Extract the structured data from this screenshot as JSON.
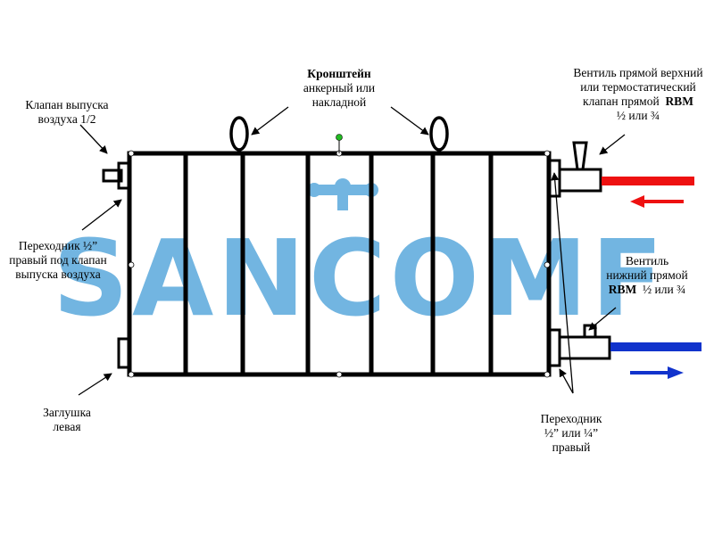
{
  "watermark": {
    "text": "SANCOMF",
    "color": "#5aa9dc"
  },
  "colors": {
    "frame": "#000000",
    "hot_pipe": "#ee1111",
    "cold_pipe": "#1133cc",
    "handle_dot": "#22bb22"
  },
  "labels": {
    "bracket": {
      "title": "Кронштейн",
      "line2": "анкерный или",
      "line3": "накладной"
    },
    "air_valve": {
      "line1": "Клапан выпуска",
      "line2": "воздуха 1/2"
    },
    "top_valve": {
      "line1": "Вентиль прямой верхний",
      "line2": "или термостатический",
      "line3_text": "клапан прямой",
      "line3_bold": "RBM",
      "line4": "½ или ¾"
    },
    "adapter_left": {
      "line1": "Переходник ½”",
      "line2": "правый под клапан",
      "line3": "выпуска воздуха"
    },
    "bottom_valve": {
      "line1": "Вентиль",
      "line2": "нижний прямой",
      "line3_bold": "RBM",
      "line3_text": "½ или ¾"
    },
    "plug_left": {
      "line1": "Заглушка",
      "line2": "левая"
    },
    "adapter_right": {
      "line1": "Переходник",
      "line2": "½” или ¼”",
      "line3": "правый"
    }
  }
}
